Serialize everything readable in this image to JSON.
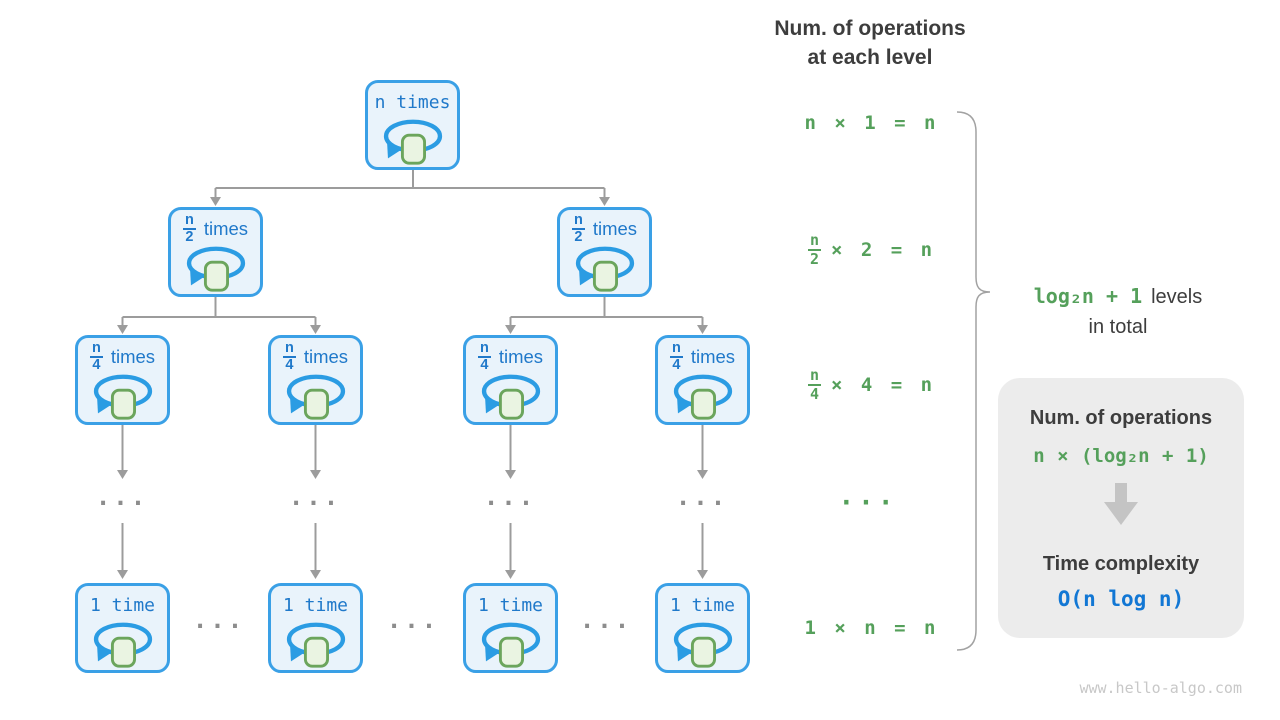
{
  "header": {
    "title_line1": "Num. of operations",
    "title_line2": "at each level"
  },
  "tree": {
    "root_label": "n times",
    "half": {
      "numerator": "n",
      "denominator": "2",
      "suffix": "times"
    },
    "quarter": {
      "numerator": "n",
      "denominator": "4",
      "suffix": "times"
    },
    "leaf_label": "1 time",
    "column_ellipsis": "···",
    "row_ellipsis": "···"
  },
  "ops_column": {
    "level1": "n × 1 = n",
    "level2": {
      "numerator": "n",
      "denominator": "2",
      "rest": "× 2 = n"
    },
    "level3": {
      "numerator": "n",
      "denominator": "4",
      "rest": "× 4 = n"
    },
    "ellipsis": "···",
    "level_last": "1 × n = n"
  },
  "brace_label": {
    "highlight": "log₂n + 1",
    "suffix": "levels",
    "line2": "in total"
  },
  "summary_box": {
    "ops_title": "Num. of operations",
    "ops_formula": "n × (log₂n + 1)",
    "time_title": "Time complexity",
    "complexity": "O(n log n)"
  },
  "watermark": "www.hello-algo.com",
  "colors": {
    "node_border_blue": "#3aa0e6",
    "node_fill_blue": "#e9f3fb",
    "node_text_blue": "#2079ca",
    "loop_blue": "#2b9ce3",
    "square_fill_green": "#eaf4e2",
    "square_border_green": "#6ba55c",
    "formula_green": "#55a05b",
    "connector_gray": "#9c9c9c",
    "dark_text": "#3d3d3d",
    "box_gray": "#ececec",
    "big_arrow_gray": "#c4c4c4",
    "complexity_blue": "#1277d4",
    "watermark_gray": "#c8c8c8"
  }
}
